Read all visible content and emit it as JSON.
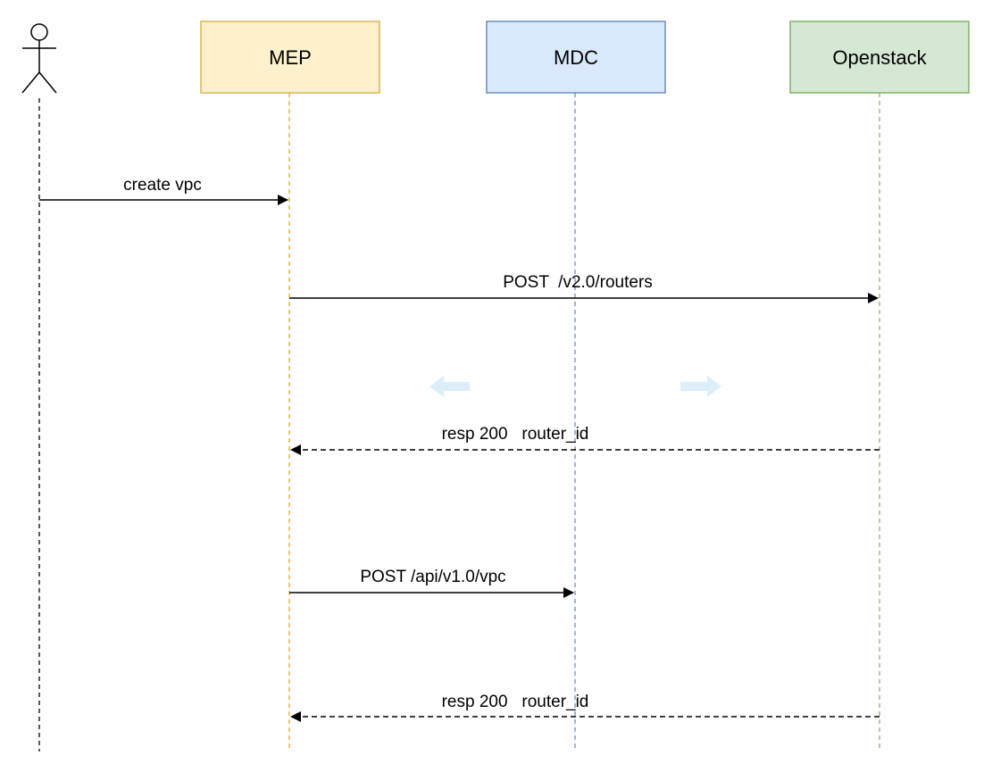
{
  "participants": [
    {
      "id": "actor",
      "label": "",
      "kind": "actor"
    },
    {
      "id": "mep",
      "label": "MEP",
      "kind": "box",
      "fill": "#fdf1cd",
      "stroke": "#d6b656",
      "lifeline": "#d6a93a"
    },
    {
      "id": "mdc",
      "label": "MDC",
      "kind": "box",
      "fill": "#dae8fc",
      "stroke": "#6c8ebf",
      "lifeline": "#6c8ebf"
    },
    {
      "id": "openstack",
      "label": "Openstack",
      "kind": "box",
      "fill": "#d5e8d4",
      "stroke": "#82b366",
      "lifeline": "#82b366"
    }
  ],
  "messages": [
    {
      "from": "actor",
      "to": "mep",
      "label": "create vpc",
      "style": "solid"
    },
    {
      "from": "mep",
      "to": "openstack",
      "label": "POST  /v2.0/routers",
      "style": "solid"
    },
    {
      "from": "openstack",
      "to": "mep",
      "label": "resp 200   router_id",
      "style": "dashed"
    },
    {
      "from": "mep",
      "to": "mdc",
      "label": "POST /api/v1.0/vpc",
      "style": "solid"
    },
    {
      "from": "openstack",
      "to": "mep",
      "label": "resp 200   router_id",
      "style": "dashed"
    }
  ],
  "hint_arrows": {
    "color": "#dbeefa",
    "directions": [
      "left",
      "right"
    ]
  }
}
